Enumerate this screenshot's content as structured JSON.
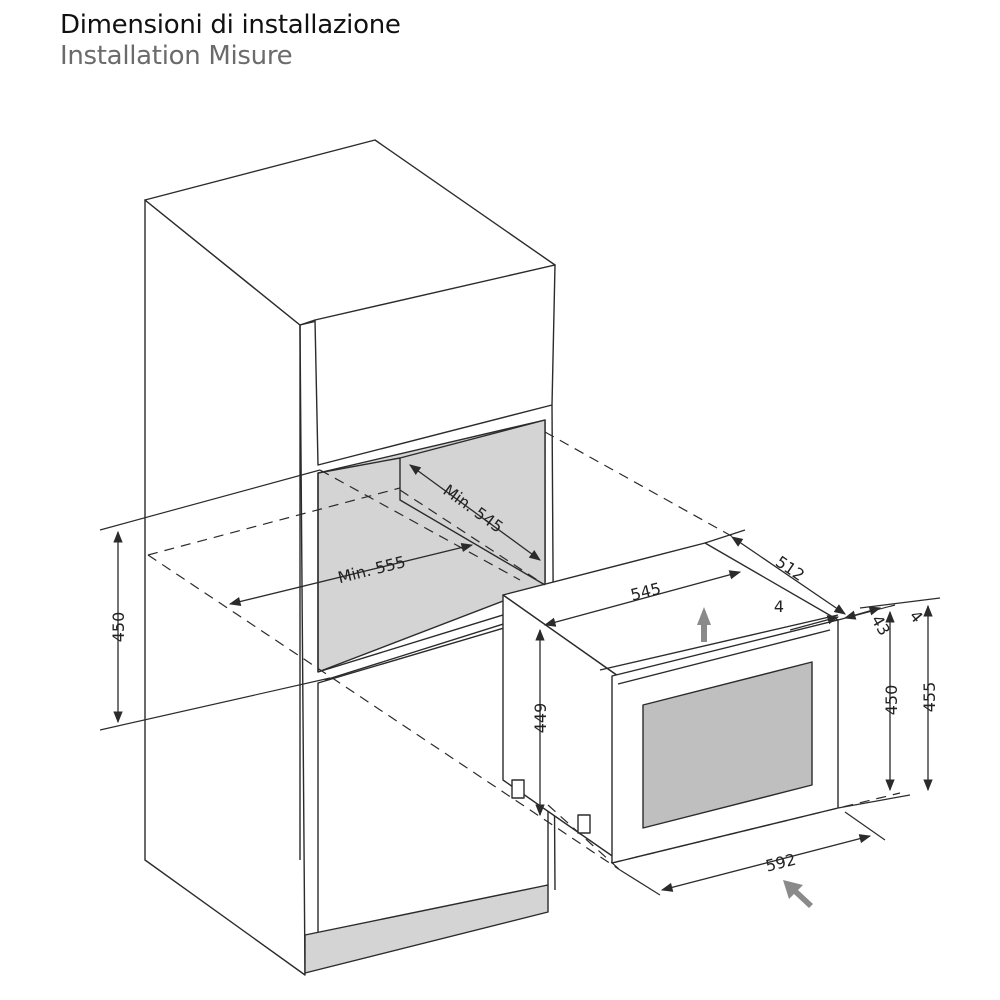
{
  "header": {
    "title": "Dimensioni di installazione",
    "subtitle": "Installation Misure"
  },
  "dimensions": {
    "niche_depth": "Min. 545",
    "niche_width": "Min. 555",
    "niche_height": "450",
    "appliance_width_top": "545",
    "appliance_depth": "512",
    "gap_4_top": "4",
    "gap_4_right": "4",
    "door_thickness": "43",
    "appliance_body_height": "449",
    "door_height": "450",
    "total_height": "455",
    "front_width": "592"
  },
  "colors": {
    "line": "#2b2b2b",
    "niche_fill": "#d4d4d4",
    "glass_fill": "#bfbfbf",
    "arrow": "#8a8a8a"
  }
}
